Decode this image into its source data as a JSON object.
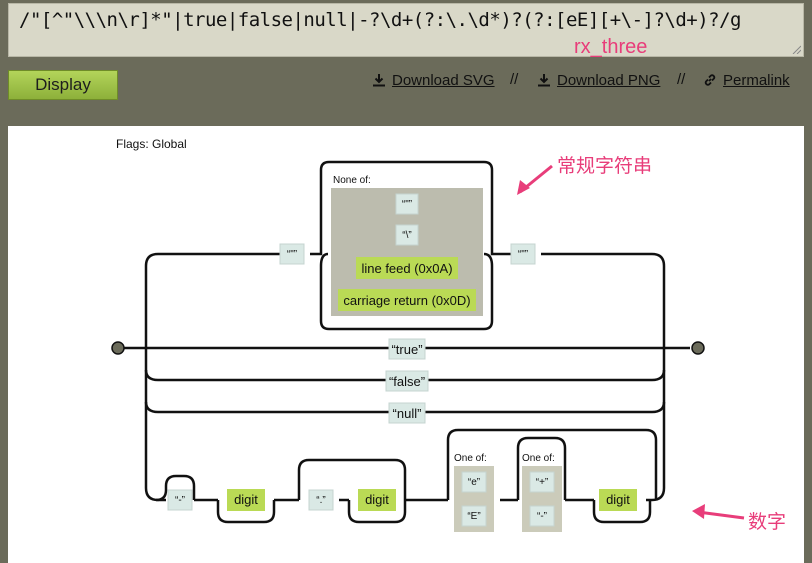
{
  "regex_input": {
    "text": "/\"[^\"\\\\\\n\\r]*\"|true|false|null|-?\\d+(?:\\.\\d*)?(?:[eE][+\\-]?\\d+)?/g",
    "note": "rx_three"
  },
  "toolbar": {
    "display_label": "Display",
    "download_svg_label": "Download SVG",
    "download_png_label": "Download PNG",
    "permalink_label": "Permalink",
    "separator": "//"
  },
  "diagram": {
    "flags_label": "Flags: Global",
    "string_branch": {
      "open_quote": "“\"”",
      "close_quote": "“\"”",
      "none_of_label": "None of:",
      "none_of_items": [
        "“\"”",
        "“\\”",
        "line feed (0x0A)",
        "carriage return (0x0D)"
      ]
    },
    "literals": [
      "“true”",
      "“false”",
      "“null”"
    ],
    "number_branch": {
      "minus": "“-”",
      "digit_label": "digit",
      "dot": "“.”",
      "exp_one_of_label": "One of:",
      "exp_items": [
        "“e”",
        "“E”"
      ],
      "sign_one_of_label": "One of:",
      "sign_items": [
        "“+”",
        "“-”"
      ]
    }
  },
  "annotations": {
    "string_note": "常规字符串",
    "number_note": "数字",
    "accent_color": "#e83d7a"
  }
}
